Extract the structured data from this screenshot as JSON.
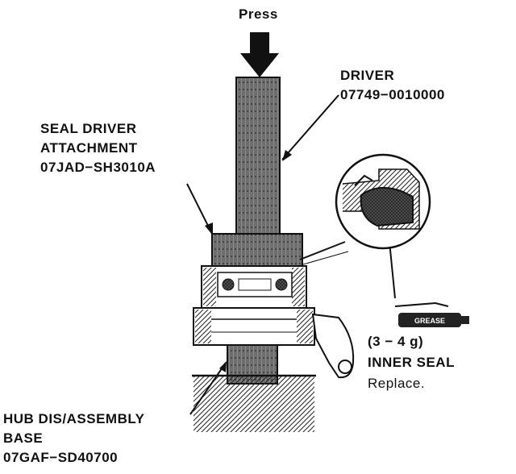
{
  "labels": {
    "press": "Press",
    "driver": {
      "line1": "DRIVER",
      "line2": "07749−0010000"
    },
    "seal_driver_attachment": {
      "line1": "SEAL DRIVER",
      "line2": "ATTACHMENT",
      "line3": "07JAD−SH3010A"
    },
    "grease_tube": "GREASE",
    "grease_amount": "(3 − 4 g)",
    "inner_seal": "INNER SEAL",
    "inner_seal_note": "Replace.",
    "hub_base": {
      "line1": "HUB DIS/ASSEMBLY",
      "line2": "BASE",
      "line3": "07GAF−SD40700"
    }
  }
}
